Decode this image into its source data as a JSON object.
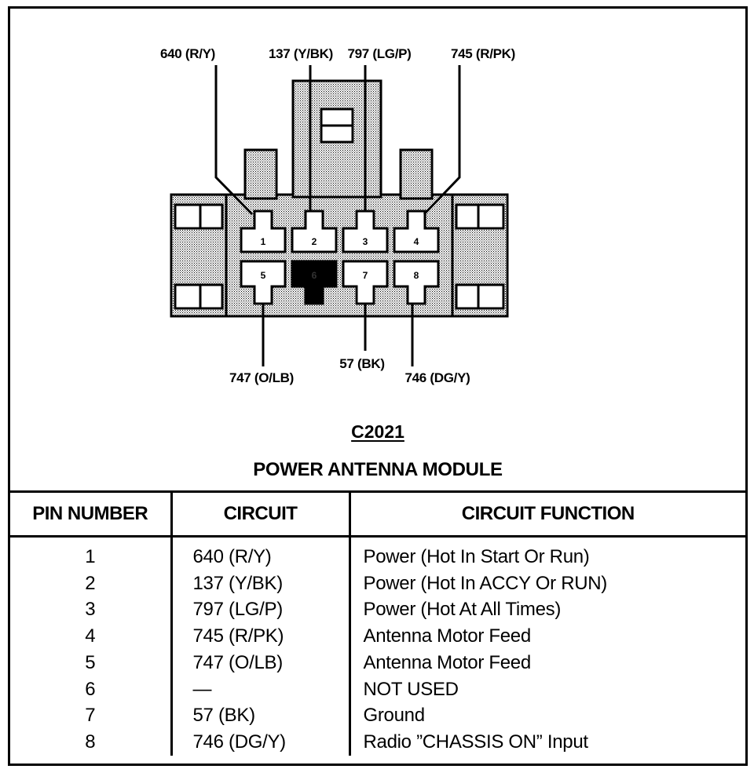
{
  "connector": {
    "name": "C2021",
    "module": "POWER ANTENNA MODULE",
    "wire_labels": {
      "pin1": "640 (R/Y)",
      "pin2": "137 (Y/BK)",
      "pin3": "797 (LG/P)",
      "pin4": "745 (R/PK)",
      "pin5": "747 (O/LB)",
      "pin7": "57 (BK)",
      "pin8": "746 (DG/Y)"
    },
    "cavity_numbers": [
      "1",
      "2",
      "3",
      "4",
      "5",
      "6",
      "7",
      "8"
    ]
  },
  "table": {
    "headers": [
      "PIN NUMBER",
      "CIRCUIT",
      "CIRCUIT FUNCTION"
    ],
    "pins": [
      "1",
      "2",
      "3",
      "4",
      "5",
      "6",
      "7",
      "8"
    ],
    "circuits": [
      "640 (R/Y)",
      "137 (Y/BK)",
      "797 (LG/P)",
      "745 (R/PK)",
      "747 (O/LB)",
      "—",
      "57 (BK)",
      "746 (DG/Y)"
    ],
    "functions": [
      "Power (Hot In Start Or Run)",
      "Power (Hot In ACCY Or RUN)",
      "Power (Hot At All Times)",
      "Antenna Motor Feed",
      "Antenna Motor Feed",
      "NOT USED",
      "Ground",
      "Radio ”CHASSIS ON” Input"
    ]
  }
}
